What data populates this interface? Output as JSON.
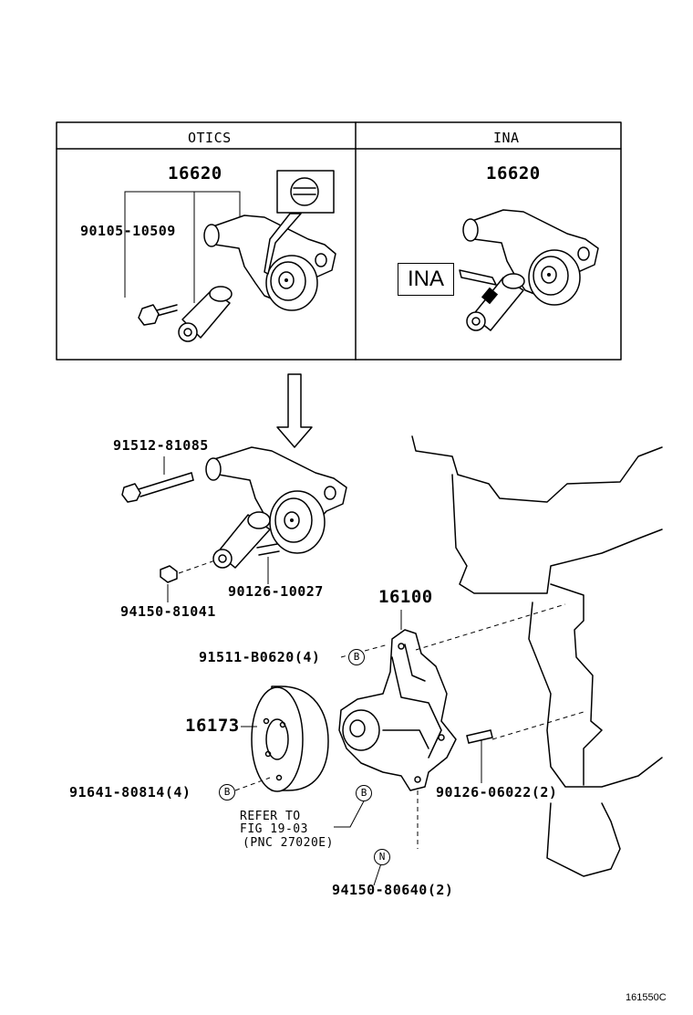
{
  "variants": {
    "left_header": "OTICS",
    "right_header": "INA",
    "left_part": "16620",
    "left_bolt": "90105-10509",
    "right_part": "16620",
    "ina_marking": "INA"
  },
  "labels": {
    "bolt_main": "91512-81085",
    "stud_tensioner": "90126-10027",
    "nut_tensioner": "94150-81041",
    "water_pump": "16100",
    "pump_bolt_code": "91511-B0620(4)",
    "pulley": "16173",
    "pulley_bolt_code": "91641-80814(4)",
    "pump_stud": "90126-06022(2)",
    "refer_line1": "REFER TO",
    "refer_line2": "FIG 19-03",
    "refer_line3": "(PNC 27020E)",
    "pump_nut": "94150-80640(2)"
  },
  "markers": {
    "b": "B",
    "n": "N"
  },
  "footer": {
    "illustration_code": "161550C"
  }
}
